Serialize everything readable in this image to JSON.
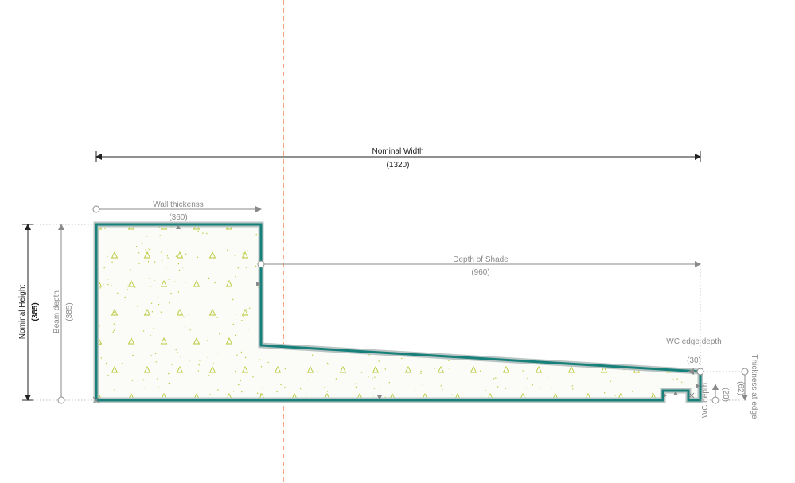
{
  "colors": {
    "outline": "#17807a",
    "outline_halo": "#b9c4c3",
    "centerline": "#f08a5d",
    "dimension_dark": "#222222",
    "dimension_grey": "#8a8a8a",
    "hatch": "#b8c93a"
  },
  "icons": {
    "hatch_mark": "triangle-outline-icon",
    "endpoint_marker": "circle-endpoint-icon",
    "anchor_marker": "cross-x-icon"
  },
  "dimensions": {
    "nominal_width": {
      "label": "Nominal Width",
      "value": "(1320)"
    },
    "wall_thickness": {
      "label": "Wall thickenss",
      "value": "(360)"
    },
    "depth_of_shade": {
      "label": "Depth of Shade",
      "value": "(960)"
    },
    "wc_edge_depth": {
      "label": "WC edge depth",
      "value": "(30)"
    },
    "nominal_height": {
      "label": "Nominal Height",
      "value": "(385)"
    },
    "beam_depth": {
      "label": "Beam depth",
      "value": "(385)"
    },
    "thickness_at_edge": {
      "label": "Thickness at edge",
      "value": "(62)"
    },
    "wc_depth": {
      "label": "WC depth",
      "value": "(20)"
    }
  }
}
